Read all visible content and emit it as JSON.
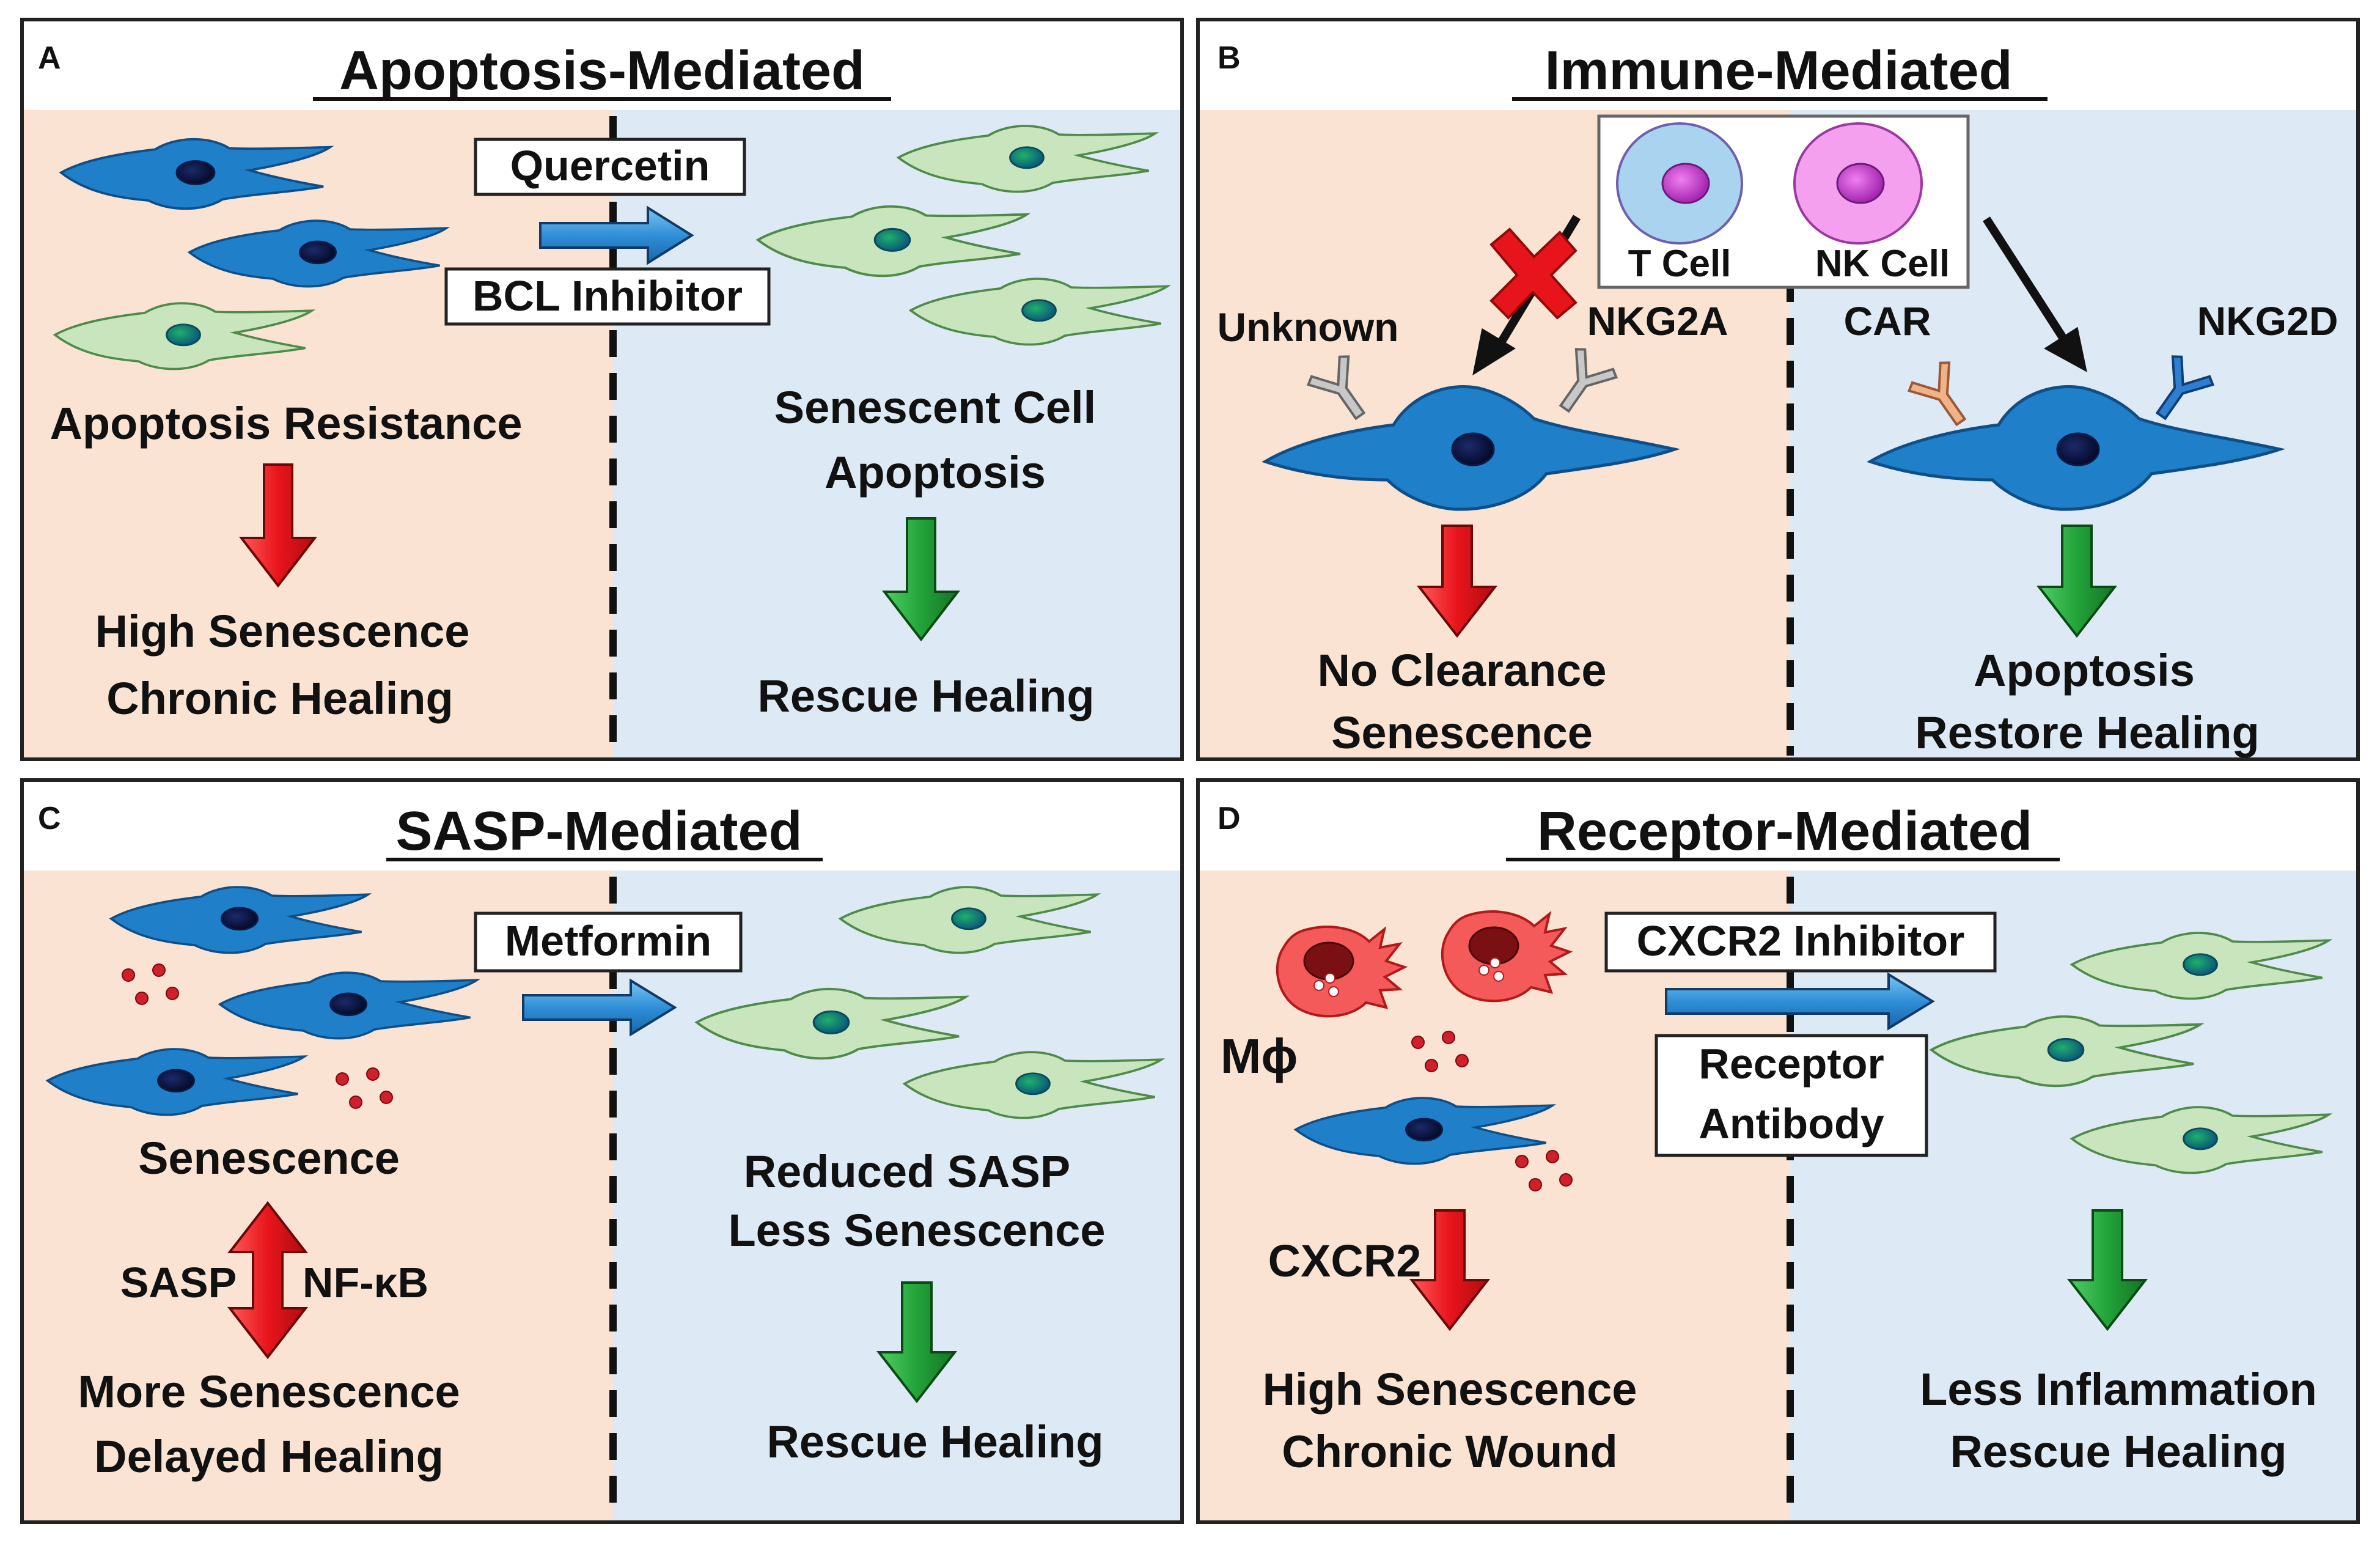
{
  "panels": {
    "a": {
      "letter": "A",
      "title": "Apoptosis-Mediated",
      "drug_1": "Quercetin",
      "drug_2": "BCL Inhibitor",
      "left_top": "Apoptosis Resistance",
      "left_outcome_1": "High Senescence",
      "left_outcome_2": "Chronic Healing",
      "right_top_1": "Senescent Cell",
      "right_top_2": "Apoptosis",
      "right_outcome": "Rescue Healing"
    },
    "b": {
      "letter": "B",
      "title": "Immune-Mediated",
      "t_cell": "T Cell",
      "nk_cell": "NK Cell",
      "receptor_left_1": "Unknown",
      "receptor_left_2": "NKG2A",
      "receptor_right_1": "CAR",
      "receptor_right_2": "NKG2D",
      "left_outcome_1": "No Clearance",
      "left_outcome_2": "Senescence",
      "right_outcome_1": "Apoptosis",
      "right_outcome_2": "Restore Healing"
    },
    "c": {
      "letter": "C",
      "title": "SASP-Mediated",
      "drug": "Metformin",
      "left_top": "Senescence",
      "loop_left": "SASP",
      "loop_right": "NF-κB",
      "left_outcome_1": "More Senescence",
      "left_outcome_2": "Delayed Healing",
      "right_top_1": "Reduced SASP",
      "right_top_2": "Less Senescence",
      "right_outcome": "Rescue Healing"
    },
    "d": {
      "letter": "D",
      "title": "Receptor-Mediated",
      "drug_1": "CXCR2 Inhibitor",
      "drug_2_line_1": "Receptor",
      "drug_2_line_2": "Antibody",
      "macrophage": "Mϕ",
      "receptor": "CXCR2",
      "left_outcome_1": "High Senescence",
      "left_outcome_2": "Chronic Wound",
      "right_outcome_1": "Less Inflammation",
      "right_outcome_2": "Rescue Healing"
    }
  },
  "colors": {
    "left_background": "#fbe3d4",
    "right_background": "#dde9f4",
    "senescent_cell": "#1f7fc8",
    "healthy_cell": "#c9e5bd",
    "red_arrow": "#e8141b",
    "green_arrow": "#22a33a",
    "blue_arrow": "#2f8fd8",
    "t_cell": "#a9d3ee",
    "nk_cell": "#f4a0ee",
    "macrophage": "#f45a5a",
    "sasp_dot": "#d0202a"
  }
}
